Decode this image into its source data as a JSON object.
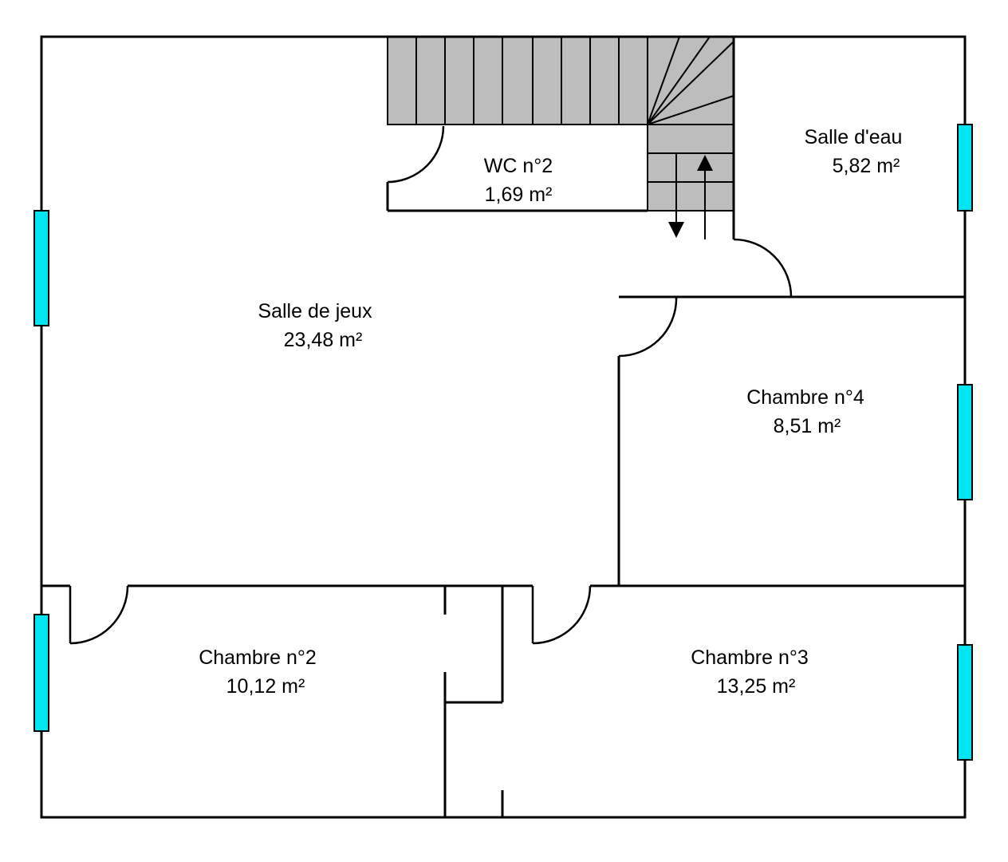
{
  "rooms": [
    {
      "id": "salle-de-jeux",
      "name": "Salle de jeux",
      "area": "23,48 m²"
    },
    {
      "id": "wc-2",
      "name": "WC n°2",
      "area": "1,69 m²"
    },
    {
      "id": "salle-deau",
      "name": "Salle d'eau",
      "area": "5,82 m²"
    },
    {
      "id": "chambre-4",
      "name": "Chambre n°4",
      "area": "8,51 m²"
    },
    {
      "id": "chambre-2",
      "name": "Chambre n°2",
      "area": "10,12 m²"
    },
    {
      "id": "chambre-3",
      "name": "Chambre n°3",
      "area": "13,25 m²"
    }
  ],
  "colors": {
    "window": "#00e5f0",
    "stairs": "#bdbdbd",
    "walls": "#000000"
  },
  "icons": {
    "stairs_up": "arrow-up-icon",
    "stairs_down": "arrow-down-icon"
  }
}
